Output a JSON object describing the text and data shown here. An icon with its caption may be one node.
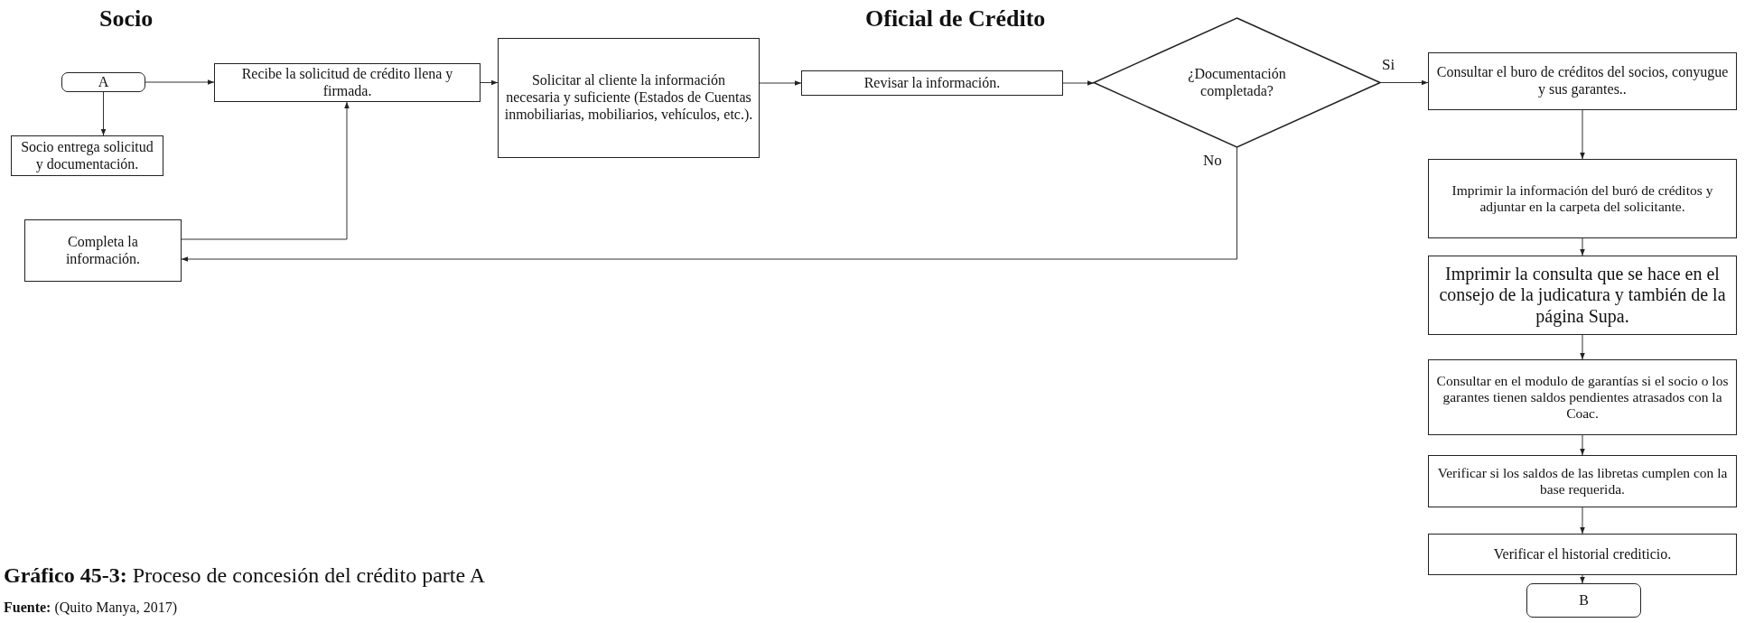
{
  "diagram": {
    "caption": "**Gráfico 45-3:** Proceso de concesión del crédito parte A",
    "nodes": [
      {
        "text": [
          "A"
        ]
      },
      {
        "text": [
          "Recibe la solicitud de crédito llena y firmada."
        ]
      },
      {
        "text": [
          "Solicitar al cliente la información necesaria y suficiente (Estados de Cuentas inmobiliarias, mobiliarios, vehículos, etc.)."
        ]
      },
      {
        "text": [
          "Revisar la información."
        ]
      },
      {
        "text": [
          "¿Documentación completada?"
        ]
      },
      {
        "text": [
          "Consultar el buro de créditos del socios, conyugue y sus garantes.."
        ]
      },
      {
        "text": [
          "Imprimir  la información del buró de créditos y adjuntar en la carpeta del solicitante."
        ]
      },
      {
        "text": [
          "Imprimir la consulta que se hace en el consejo de la judicatura y también de la página Supa."
        ]
      },
      {
        "text": [
          "Consultar en el modulo de garantías si el socio o los garantes tienen saldos pendientes atrasados con la Coac."
        ]
      },
      {
        "text": [
          "Verificar si los saldos de las libretas cumplen con la base requerida."
        ]
      },
      {
        "text": [
          "Verificar el historial crediticio."
        ]
      },
      {
        "text": [
          "B"
        ]
      },
      {
        "text": [
          "Socio entrega solicitud y documentación."
        ]
      },
      {
        "text": [
          "Completa la información."
        ]
      }
    ],
    "edges": [
      {
        "from": 0,
        "to": 1,
        "arrow": "to"
      },
      {
        "from": 0,
        "to": 12,
        "arrow": "to"
      },
      {
        "from": 1,
        "to": 2,
        "arrow": "to"
      },
      {
        "from": 2,
        "to": 3,
        "arrow": "to"
      },
      {
        "from": 3,
        "to": 4,
        "arrow": "to"
      },
      {
        "from": 4,
        "to": 5,
        "arrow": "to",
        "label": "Si"
      },
      {
        "from": 4,
        "to": 13,
        "arrow": "to",
        "label": "No"
      },
      {
        "from": 13,
        "to": 1,
        "arrow": "to"
      },
      {
        "from": 5,
        "to": 6,
        "arrow": "to"
      },
      {
        "from": 6,
        "to": 7,
        "arrow": "to"
      },
      {
        "from": 7,
        "to": 8,
        "arrow": "to"
      },
      {
        "from": 8,
        "to": 9,
        "arrow": "to"
      },
      {
        "from": 9,
        "to": 10,
        "arrow": "to"
      },
      {
        "from": 10,
        "to": 11,
        "arrow": "to"
      }
    ],
    "labels": [
      "Socio",
      "Oficial de Crédito",
      "**Fuente:** (Quito Manya, 2017)"
    ]
  }
}
